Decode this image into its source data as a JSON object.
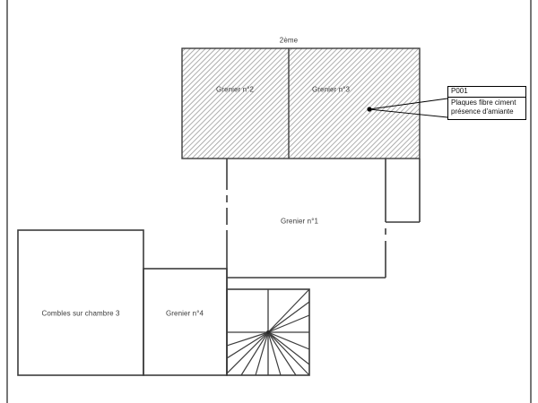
{
  "plan": {
    "floor_label": "2ème",
    "rooms": [
      {
        "id": "grenier2",
        "label": "Grenier n°2",
        "hatched": true
      },
      {
        "id": "grenier3",
        "label": "Grenier n°3",
        "hatched": true
      },
      {
        "id": "grenier1",
        "label": "Grenier n°1",
        "hatched": false
      },
      {
        "id": "combles3",
        "label": "Combles sur chambre 3",
        "hatched": false
      },
      {
        "id": "grenier4",
        "label": "Grenier n°4",
        "hatched": false
      }
    ],
    "callout": {
      "id": "P001",
      "line1": "Plaques fibre ciment",
      "line2": "présence d'amiante"
    },
    "colors": {
      "wall": "#3c3c3c",
      "hatch": "#9a9a9a",
      "text": "#3a3a3a",
      "frame": "#555555",
      "callout_border": "#000000",
      "background": "#ffffff"
    }
  }
}
